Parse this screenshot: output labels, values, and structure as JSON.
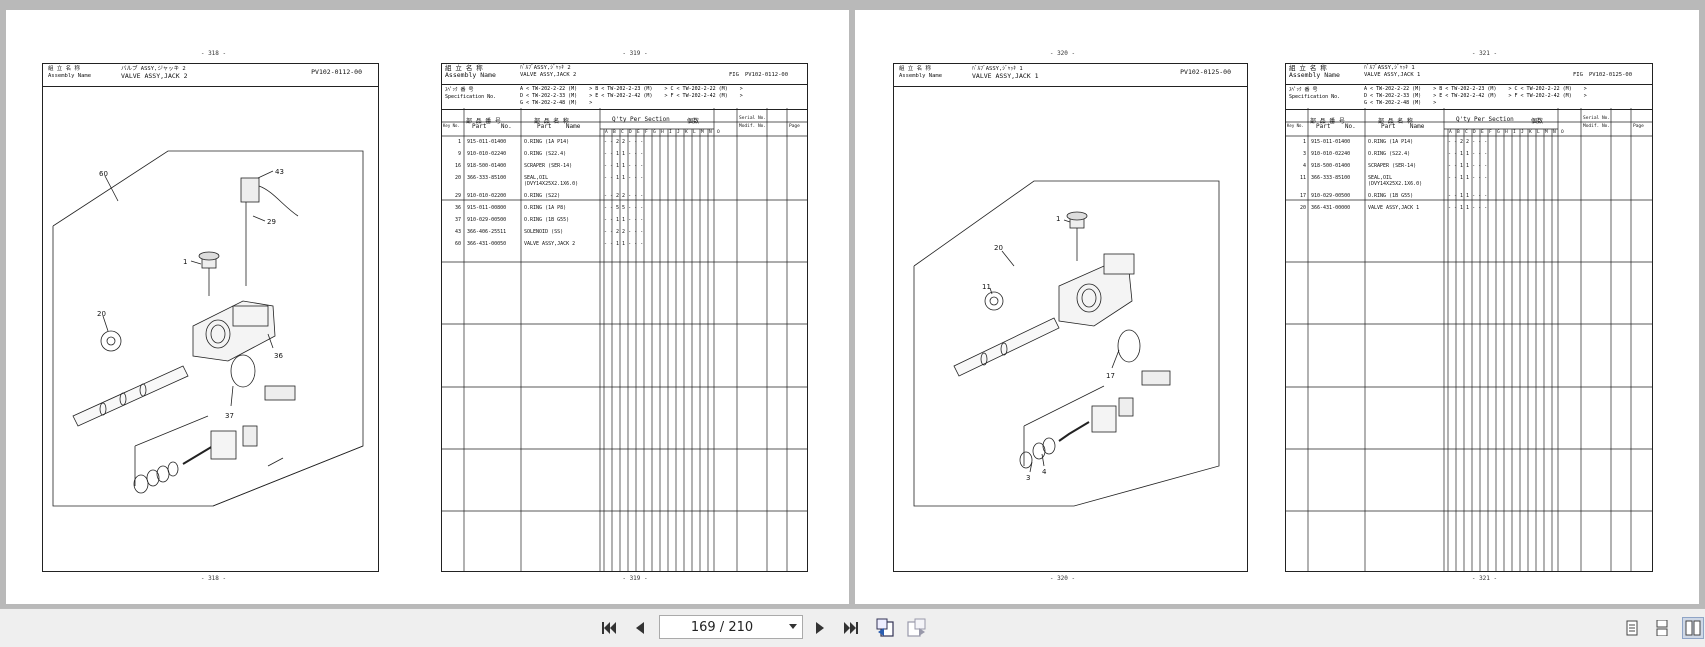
{
  "pages": [
    {
      "num": "- 318 -",
      "assembly_label_jp": "組 立 名 称",
      "assembly_label_en": "Assembly     Name",
      "name_jp": "バルブ ASSY,ジャッキ 2",
      "name_en": "VALVE ASSY,JACK 2",
      "fig": "PV102-0112-00",
      "callouts": [
        "60",
        "43",
        "29",
        "1",
        "20",
        "36",
        "37"
      ]
    },
    {
      "num": "- 319 -",
      "assembly_label_jp": "組 立 名 称",
      "assembly_label_en": "Assembly  Name",
      "name_jp": "ﾊﾞﾙﾌﾞASSY,ｼﾞｬｯｷ 2",
      "name_en": "VALVE ASSY,JACK 2",
      "fig_label": "FIG",
      "fig": "PV102-0112-00",
      "spec_label_jp": "ｽﾍﾟｯｸ 番 号",
      "spec_label_en": "Specification   No.",
      "spec_lines": [
        "A < TW-202-2-22 (M)    > B < TW-202-2-23 (M)    > C < TW-202-2-22 (M)    >",
        "D < TW-202-2-33 (M)    > E < TW-202-2-42 (M)    > F < TW-202-2-42 (M)    >",
        "G < TW-202-2-48 (M)    >"
      ],
      "col_key": "Key No.",
      "col_part_jp": "部 品 番 号",
      "col_part_en": "Part    No.",
      "col_name_jp": "部 品 名 称",
      "col_name_en": "Part    Name",
      "col_qty": "Q'ty Per Section",
      "col_qty_jp": "個数",
      "col_serial": "Serial No.",
      "col_modif": "Modif. No.",
      "col_page": "Page",
      "qty_letters": [
        "A",
        "B",
        "C",
        "D",
        "E",
        "F",
        "G",
        "H",
        "I",
        "J",
        "K",
        "L",
        "M",
        "N",
        "O"
      ],
      "parts": [
        {
          "key": "1",
          "part": "915-011-01400",
          "name": "O.RING (1A P14)",
          "qty": "- - 2 2 - - -"
        },
        {
          "key": "9",
          "part": "910-010-02240",
          "name": "O.RING (S22.4)",
          "qty": "- - 1 1 - - -"
        },
        {
          "key": "16",
          "part": "918-500-01400",
          "name": "SCRAPER (SER-14)",
          "qty": "- - 1 1 - - -"
        },
        {
          "key": "20",
          "part": "366-333-85100",
          "name": "SEAL,OIL",
          "name2": "(DVY14X25X2.1X6.0)",
          "qty": "- - 1 1 - - -"
        },
        {
          "key": "29",
          "part": "910-010-02200",
          "name": "O.RING (S22)",
          "qty": "- - 2 2 - - -"
        },
        {
          "key": "36",
          "part": "915-011-00800",
          "name": "O.RING (1A P8)",
          "qty": "- - 5 5 - - -"
        },
        {
          "key": "37",
          "part": "910-029-00500",
          "name": "O.RING (1B G55)",
          "qty": "- - 1 1 - - -"
        },
        {
          "key": "43",
          "part": "366-406-25511",
          "name": "SOLENOID (SS)",
          "qty": "- - 2 2 - - -"
        },
        {
          "key": "60",
          "part": "366-431-00050",
          "name": "VALVE ASSY,JACK 2",
          "qty": "- - 1 1 - - -"
        }
      ]
    },
    {
      "num": "- 320 -",
      "assembly_label_jp": "組 立 名 称",
      "assembly_label_en": "Assembly     Name",
      "name_jp": "ﾊﾞﾙﾌﾞASSY,ｼﾞｬｯｷ 1",
      "name_en": "VALVE ASSY,JACK 1",
      "fig": "PV102-0125-00",
      "callouts": [
        "20",
        "1",
        "11",
        "17",
        "4",
        "3"
      ]
    },
    {
      "num": "- 321 -",
      "assembly_label_jp": "組 立 名 称",
      "assembly_label_en": "Assembly  Name",
      "name_jp": "ﾊﾞﾙﾌﾞASSY,ｼﾞｬｯｷ 1",
      "name_en": "VALVE ASSY,JACK 1",
      "fig_label": "FIG",
      "fig": "PV102-0125-00",
      "spec_label_jp": "ｽﾍﾟｯｸ 番 号",
      "spec_label_en": "Specification   No.",
      "spec_lines": [
        "A < TW-202-2-22 (M)    > B < TW-202-2-23 (M)    > C < TW-202-2-22 (M)    >",
        "D < TW-202-2-33 (M)    > E < TW-202-2-42 (M)    > F < TW-202-2-42 (M)    >",
        "G < TW-202-2-48 (M)    >"
      ],
      "col_key": "Key No.",
      "col_part_jp": "部 品 番 号",
      "col_part_en": "Part    No.",
      "col_name_jp": "部 品 名 称",
      "col_name_en": "Part    Name",
      "col_qty": "Q'ty Per Section",
      "col_qty_jp": "個数",
      "col_serial": "Serial No.",
      "col_modif": "Modif. No.",
      "col_page": "Page",
      "qty_letters": [
        "A",
        "B",
        "C",
        "D",
        "E",
        "F",
        "G",
        "H",
        "I",
        "J",
        "K",
        "L",
        "M",
        "N",
        "O"
      ],
      "parts": [
        {
          "key": "1",
          "part": "915-011-01400",
          "name": "O.RING (1A P14)",
          "qty": "- - 2 2 - - -"
        },
        {
          "key": "3",
          "part": "910-010-02240",
          "name": "O.RING (S22.4)",
          "qty": "- - 1 1 - - -"
        },
        {
          "key": "4",
          "part": "918-500-01400",
          "name": "SCRAPER (SER-14)",
          "qty": "- - 1 1 - - -"
        },
        {
          "key": "11",
          "part": "366-333-85100",
          "name": "SEAL,OIL",
          "name2": "(DVY14X25X2.1X6.0)",
          "qty": "- - 1 1 - - -"
        },
        {
          "key": "17",
          "part": "910-029-00500",
          "name": "O.RING (1B G55)",
          "qty": "- - 1 1 - - -"
        },
        {
          "key": "20",
          "part": "366-431-00000",
          "name": "VALVE ASSY,JACK 1",
          "qty": "- - 1 1 - - -"
        }
      ]
    }
  ],
  "toolbar": {
    "page_value": "169 / 210",
    "first_icon": "first-page-icon",
    "prev_icon": "prev-page-icon",
    "next_icon": "next-page-icon",
    "last_icon": "last-page-icon",
    "dropdown_icon": "chevron-down-icon"
  }
}
